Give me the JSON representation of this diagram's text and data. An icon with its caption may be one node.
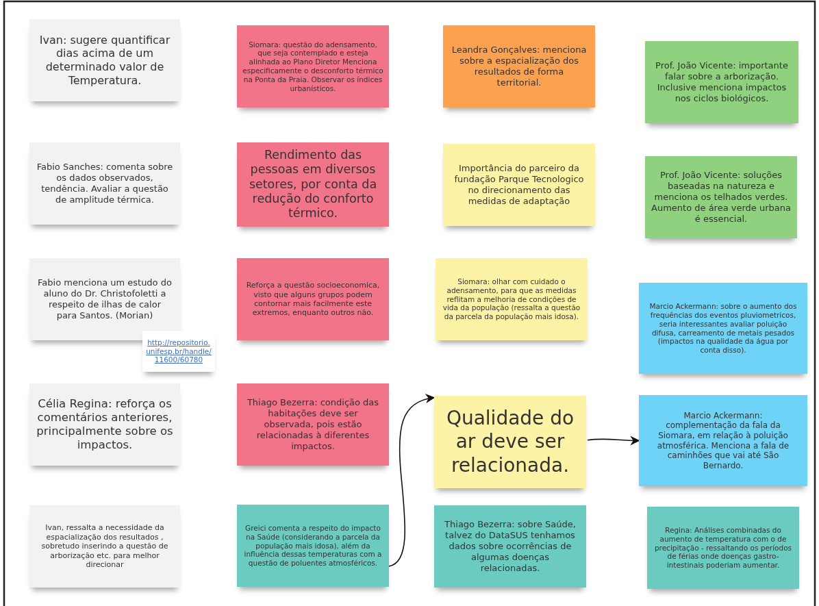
{
  "diagram": {
    "nodes": [
      {
        "text": [
          "Ivan: sugere quantificar dias acima de um determinado valor de Temperatura."
        ]
      },
      {
        "text": [
          "Siomara: questão do adensamento, que seja contemplado e esteja alinhada ao Plano Diretor Menciona especificamente o desconforto térmico na Ponta da Praia. Observar os índices urbanísticos."
        ]
      },
      {
        "text": [
          "Leandra Gonçalves: menciona sobre a espacialização dos resultados de  forma territorial."
        ]
      },
      {
        "text": [
          "Prof. João Vicente: importante falar sobre a arborização. Inclusive menciona impactos nos ciclos biológicos."
        ]
      },
      {
        "text": [
          "Fabio Sanches: comenta sobre os dados observados, tendência. Avaliar a questão de amplitude térmica."
        ]
      },
      {
        "text": [
          "Rendimento das pessoas em diversos setores, por conta da redução do conforto térmico."
        ]
      },
      {
        "text": [
          "Importância do parceiro da fundação Parque Tecnologico no direcionamento das medidas de adaptação"
        ]
      },
      {
        "text": [
          "Prof. João Vicente: soluções baseadas na natureza e menciona os telhados verdes. Aumento de área verde urbana é essencial."
        ]
      },
      {
        "text": [
          "Fabio menciona um estudo do aluno do Dr. Christofoletti a respeito de ilhas de calor para Santos. (Morian)"
        ]
      },
      {
        "text": [
          "http://repositorio.unifesp.br/handle/11600/60780"
        ]
      },
      {
        "text": [
          "Reforça a questão socioeconomica, visto que alguns grupos podem contornar mais facilmente este extremos, enquanto outros não."
        ]
      },
      {
        "text": [
          "Siomara: olhar com cuidado o adensamento, para que as medidas reflitam a melhoria de condições de vida da população (ressalta a questão da parcela da população mais idosa)."
        ]
      },
      {
        "text": [
          "Marcio Ackermann: sobre o aumento dos frequências dos eventos pluviometricos, seria interessantes avaliar poluição difusa, carreamento de metais pesados (impactos na qualidade da água por conta disso)."
        ]
      },
      {
        "text": [
          "Célia Regina: reforça os comentários anteriores, principalmente sobre os impactos."
        ]
      },
      {
        "text": [
          "Thiago Bezerra: condição das habitações deve ser observada, pois estão relacionadas à diferentes impactos."
        ]
      },
      {
        "text": [
          "Qualidade do ar deve ser relacionada."
        ]
      },
      {
        "text": [
          "Marcio Ackermann: complementação da fala da Siomara, em relação à poluição atmosférica. Menciona a fala de caminhões que vai até São Bernardo."
        ]
      },
      {
        "text": [
          "Ivan, ressalta a necessidade da espacialização dos resultados , sobretudo inserindo a  questão de arborização etc. para melhor direcionar"
        ]
      },
      {
        "text": [
          "Greici comenta a respeito do impacto na Saúde (considerando a parcela da população mais idosa), além da influência dessas temperaturas com a questão de poluentes atmosféricos."
        ]
      },
      {
        "text": [
          "Thiago Bezerra: sobre Saúde, talvez do DataSUS tenhamos dados sobre ocorrências de algumas doenças relacionadas."
        ]
      },
      {
        "text": [
          "Regina: Análises combinadas do aumento de temperatura com o de precipitação - ressaltando os períodos de férias onde doenças gastro-intestinais poderiam aumentar."
        ]
      }
    ],
    "edges": [
      {
        "from": 18,
        "to": 15,
        "arrow": "to"
      },
      {
        "from": 15,
        "to": 16,
        "arrow": "to"
      }
    ]
  }
}
